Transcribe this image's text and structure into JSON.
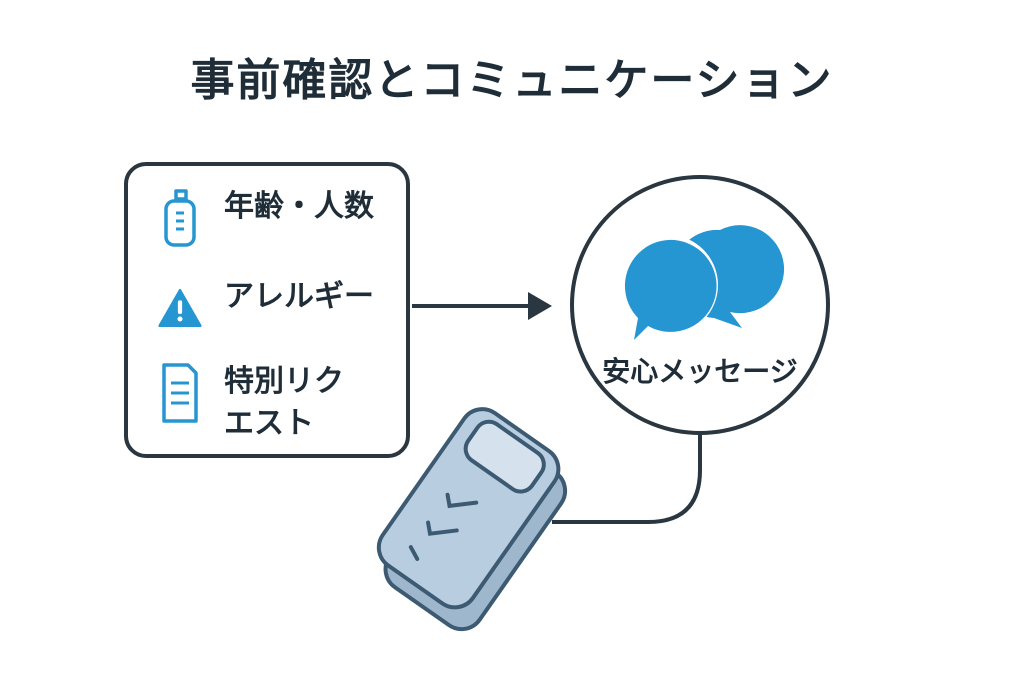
{
  "title": "事前確認とコミュニケーション",
  "checklist": {
    "items": [
      {
        "icon": "baby-bottle-icon",
        "label": "年齢・人数"
      },
      {
        "icon": "warning-triangle-icon",
        "label": "アレルギー"
      },
      {
        "icon": "document-icon",
        "label": "特別リクエスト"
      }
    ]
  },
  "message_bubble": {
    "icon": "chat-bubbles-icon",
    "label": "安心メッセージ"
  },
  "phone": {
    "icon": "phone-icon"
  },
  "colors": {
    "accent": "#2596d1",
    "outline": "#2a3640",
    "phone_fill": "#b9cde0",
    "phone_stroke": "#3d5a73"
  }
}
